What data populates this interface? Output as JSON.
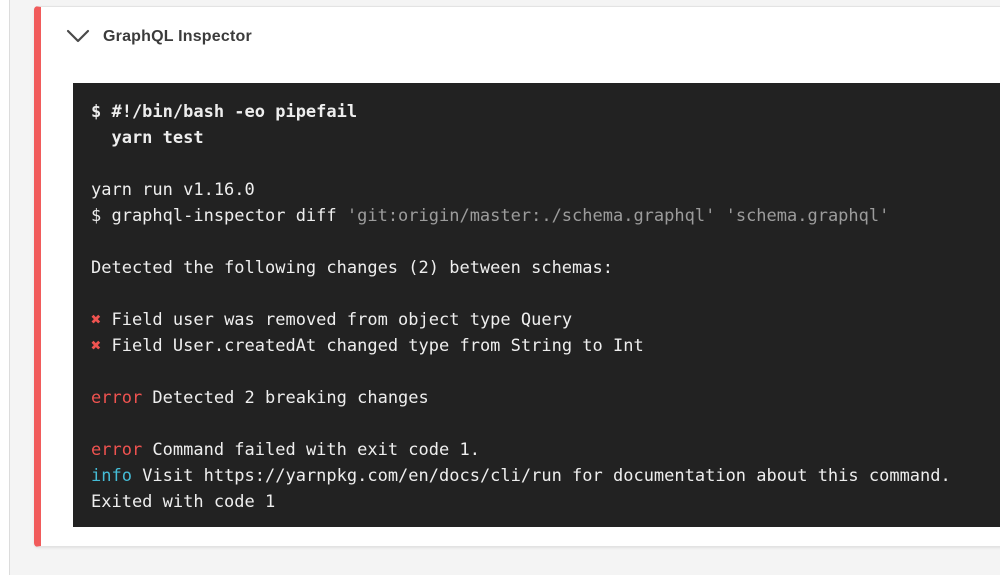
{
  "page": {
    "background": "#f4f4f4",
    "accent_color": "#f15b5b"
  },
  "step": {
    "title": "GraphQL Inspector",
    "state_icon": "chevron-down-icon"
  },
  "terminal": {
    "background": "#222222",
    "text_color": "#eeeeee",
    "colors": {
      "red": "#ef5350",
      "cyan": "#45bcd6",
      "dim": "#9c9c9c"
    },
    "lines": [
      {
        "segments": [
          {
            "t": "$ #!/bin/bash -eo pipefail",
            "s": "bold"
          }
        ]
      },
      {
        "segments": [
          {
            "t": "  yarn test",
            "s": "bold"
          }
        ]
      },
      {
        "segments": []
      },
      {
        "segments": [
          {
            "t": "yarn run v1.16.0",
            "s": ""
          }
        ]
      },
      {
        "segments": [
          {
            "t": "$ graphql-inspector diff ",
            "s": ""
          },
          {
            "t": "'git:origin/master:./schema.graphql'",
            "s": "dim"
          },
          {
            "t": " ",
            "s": ""
          },
          {
            "t": "'schema.graphql'",
            "s": "dim"
          }
        ]
      },
      {
        "segments": []
      },
      {
        "segments": [
          {
            "t": "Detected the following changes (2) between schemas:",
            "s": ""
          }
        ]
      },
      {
        "segments": []
      },
      {
        "segments": [
          {
            "t": "✖",
            "s": "red"
          },
          {
            "t": " Field user was removed from object type Query",
            "s": ""
          }
        ]
      },
      {
        "segments": [
          {
            "t": "✖",
            "s": "red"
          },
          {
            "t": " Field User.createdAt changed type from String to Int",
            "s": ""
          }
        ]
      },
      {
        "segments": []
      },
      {
        "segments": [
          {
            "t": "error",
            "s": "red"
          },
          {
            "t": " Detected 2 breaking changes",
            "s": ""
          }
        ]
      },
      {
        "segments": []
      },
      {
        "segments": [
          {
            "t": "error",
            "s": "red"
          },
          {
            "t": " Command failed with exit code 1.",
            "s": ""
          }
        ]
      },
      {
        "segments": [
          {
            "t": "info",
            "s": "cyan"
          },
          {
            "t": " Visit https://yarnpkg.com/en/docs/cli/run for documentation about this command.",
            "s": ""
          }
        ]
      },
      {
        "segments": [
          {
            "t": "Exited with code 1",
            "s": ""
          }
        ]
      }
    ]
  }
}
